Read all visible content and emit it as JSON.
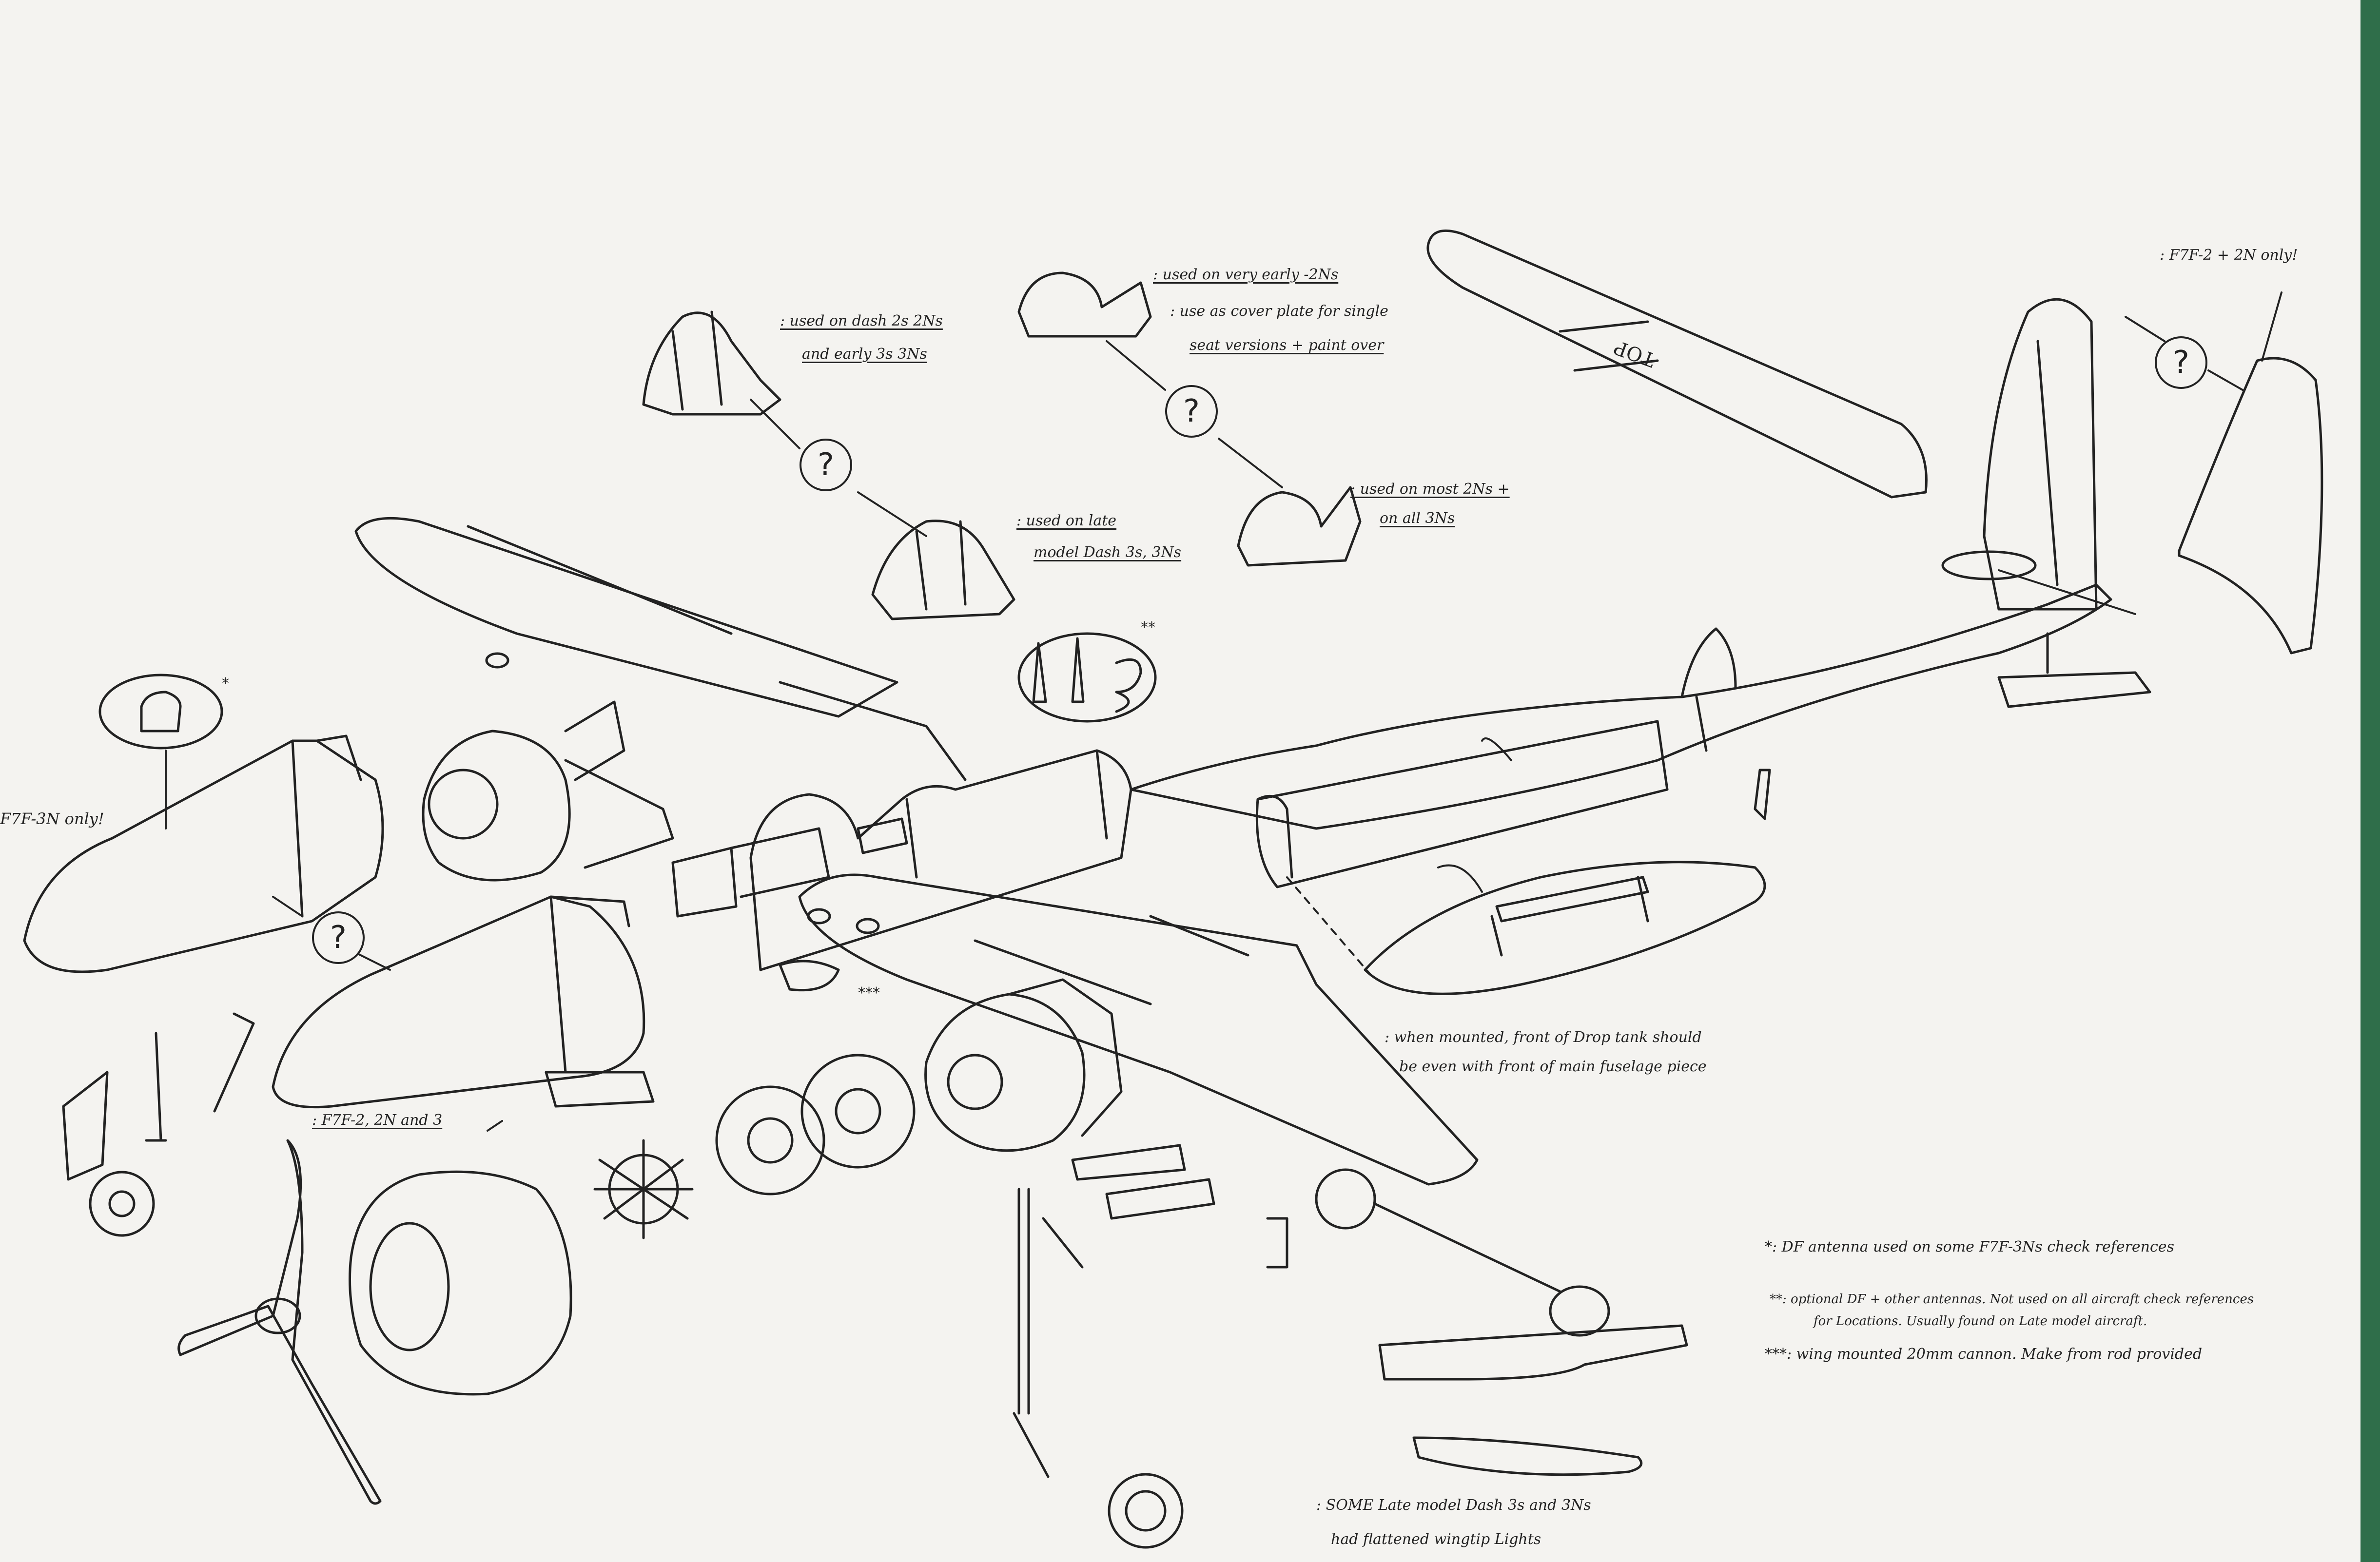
{
  "labels": {
    "f7f3n_only_left": "F7F-3N only!",
    "f7f2_2n_only_right": ": F7F-2 + 2N only!",
    "canopy_early_dash2": ": used on dash 2s 2Ns",
    "canopy_early_dash2_b": "and early 3s 3Ns",
    "canopy_late_dash3": ": used on late",
    "canopy_late_dash3_b": "model Dash 3s, 3Ns",
    "canopy_very_early": ": used on very early -2Ns",
    "canopy_cover_plate": ": use as cover plate for single",
    "canopy_cover_plate_b": "seat versions + paint over",
    "canopy_most_2ns": ": used on most 2Ns +",
    "canopy_most_2ns_b": "on all 3Ns",
    "nose_f7f2": ": F7F-2, 2N and 3",
    "drop_tank_note": ": when mounted, front of Drop tank should",
    "drop_tank_note_b": "be even with front of main fuselage piece",
    "wingtip_note": ": SOME Late model Dash 3s and 3Ns",
    "wingtip_note_b": "had flattened wingtip Lights",
    "footnote_1": "*: DF antenna used on some F7F-3Ns check references",
    "footnote_2": "**: optional DF + other antennas. Not used on all aircraft check references",
    "footnote_2b": "for Locations. Usually found on Late model aircraft.",
    "footnote_3": "***: wing mounted 20mm cannon. Make from rod provided",
    "top_marking": "TOP",
    "star1": "*",
    "star2": "**",
    "star3": "***",
    "question": "?"
  },
  "colors": {
    "ink": "#222222",
    "paper": "#f4f3f0",
    "edge": "#2f6e4a"
  }
}
